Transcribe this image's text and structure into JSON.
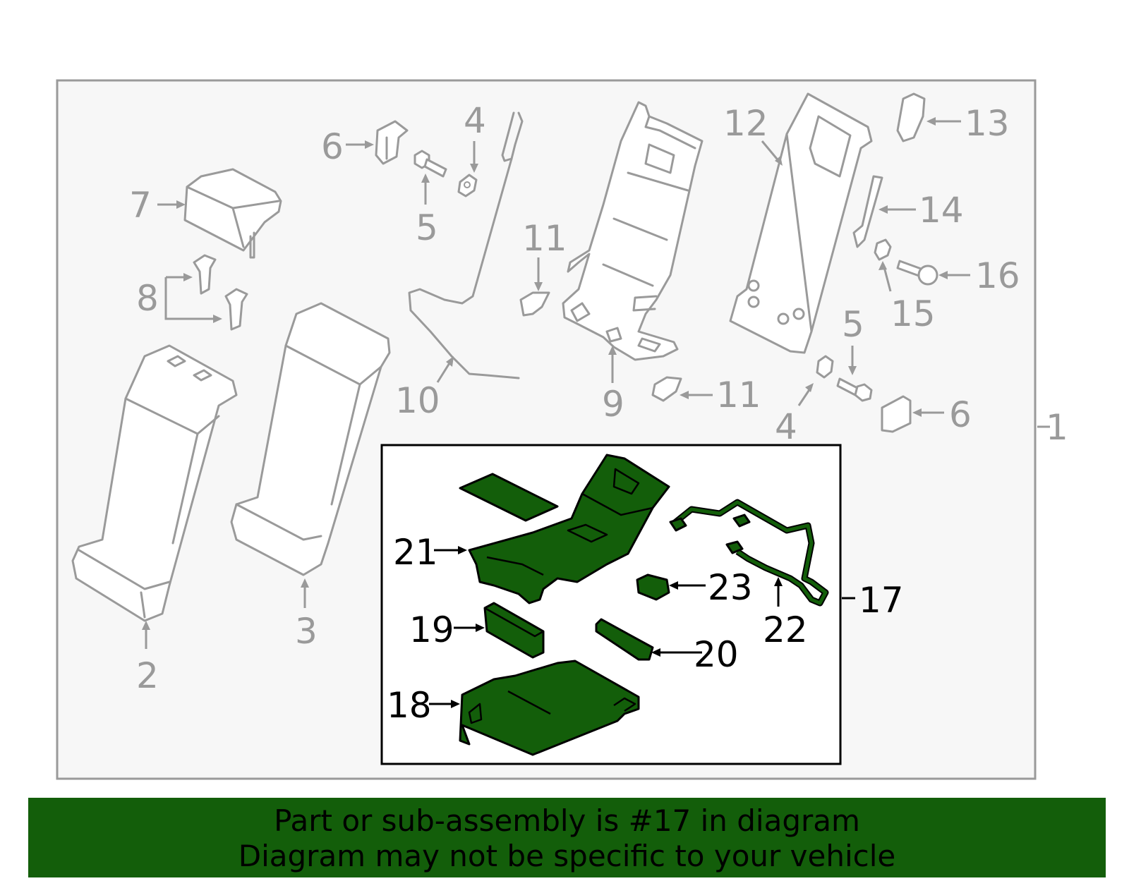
{
  "callouts": {
    "c1": "1",
    "c2": "2",
    "c3": "3",
    "c4a": "4",
    "c4b": "4",
    "c5a": "5",
    "c5b": "5",
    "c6a": "6",
    "c6b": "6",
    "c7": "7",
    "c8": "8",
    "c9": "9",
    "c10": "10",
    "c11a": "11",
    "c11b": "11",
    "c12": "12",
    "c13": "13",
    "c14": "14",
    "c15": "15",
    "c16": "16",
    "c17": "17",
    "c18": "18",
    "c19": "19",
    "c20": "20",
    "c21": "21",
    "c22": "22",
    "c23": "23"
  },
  "footer": {
    "line1": "Part or sub-assembly is #17 in diagram",
    "line2": "Diagram may not be specific to your vehicle"
  },
  "colors": {
    "highlight": "#135e0a",
    "outline_grey": "#9a9a9a",
    "frame_bg": "#f7f7f7"
  }
}
